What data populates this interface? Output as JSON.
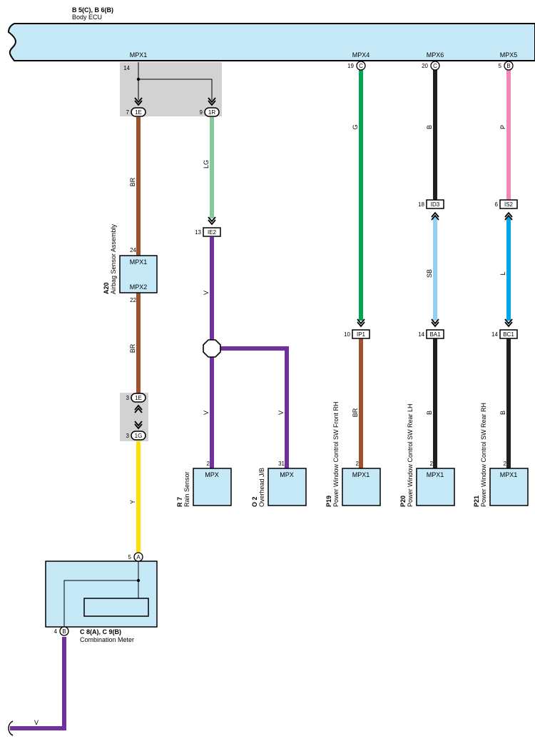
{
  "body_ecu": {
    "code": "B 5(C), B 6(B)",
    "name": "Body ECU"
  },
  "ecu_terminals": {
    "mpx1": "MPX1",
    "mpx4": "MPX4",
    "mpx6": "MPX6",
    "mpx5": "MPX5"
  },
  "ecu_pins": {
    "p14": "14",
    "mpx4_pin": "19",
    "mpx4_conn": "C",
    "mpx6_pin": "20",
    "mpx6_conn": "C",
    "mpx5_pin": "5",
    "mpx5_conn": "B"
  },
  "junctions": {
    "j1e_top": {
      "pin": "7",
      "label": "1E"
    },
    "j1r": {
      "pin": "9",
      "label": "1R"
    },
    "ie2": {
      "pin": "13",
      "label": "IE2"
    },
    "ip1": {
      "pin": "10",
      "label": "IP1"
    },
    "id3": {
      "pin": "18",
      "label": "ID3"
    },
    "ba1": {
      "pin": "14",
      "label": "BA1"
    },
    "is2": {
      "pin": "6",
      "label": "IS2"
    },
    "bc1": {
      "pin": "14",
      "label": "BC1"
    },
    "j1e_low": {
      "pin": "3",
      "label": "1E"
    },
    "j1g": {
      "pin": "3",
      "label": "1G"
    }
  },
  "wire_colors": {
    "br_upper": "BR",
    "br_lower": "BR",
    "lg": "LG",
    "v_main": "V",
    "v_rain": "V",
    "v_overhead": "V",
    "g": "G",
    "b_mpx6": "B",
    "p": "P",
    "sb": "SB",
    "l": "L",
    "br_p19": "BR",
    "b_p20": "B",
    "b_p21": "B",
    "y": "Y",
    "v_bottom": "V"
  },
  "colors": {
    "BR": "#a0522d",
    "LG": "#86c99d",
    "V": "#7030a0",
    "G": "#00a651",
    "B": "#231f20",
    "P": "#f287b7",
    "SB": "#8ed3f5",
    "L": "#00a6e6",
    "Y": "#ffe000"
  },
  "airbag": {
    "code": "A20",
    "name": "Airbag Sensor Assembly",
    "mpx1": "MPX1",
    "mpx2": "MPX2",
    "pin_top": "24",
    "pin_bottom": "22"
  },
  "rain_sensor": {
    "code": "R 7",
    "name": "Rain Sensor",
    "terminal": "MPX",
    "pin": "2"
  },
  "overhead_jb": {
    "code": "O 2",
    "name": "Overhead J/B",
    "terminal": "MPX",
    "pin": "31"
  },
  "p19": {
    "code": "P19",
    "name": "Power Window Control SW Front RH",
    "terminal": "MPX1",
    "pin": "2"
  },
  "p20": {
    "code": "P20",
    "name": "Power Window Control SW Rear LH",
    "terminal": "MPX1",
    "pin": "2"
  },
  "p21": {
    "code": "P21",
    "name": "Power Window Control SW Rear RH",
    "terminal": "MPX1",
    "pin": "2"
  },
  "meter": {
    "code": "C 8(A), C 9(B)",
    "name": "Combination Meter",
    "pin_a": "5",
    "conn_a": "A",
    "pin_b": "4",
    "conn_b": "B"
  }
}
